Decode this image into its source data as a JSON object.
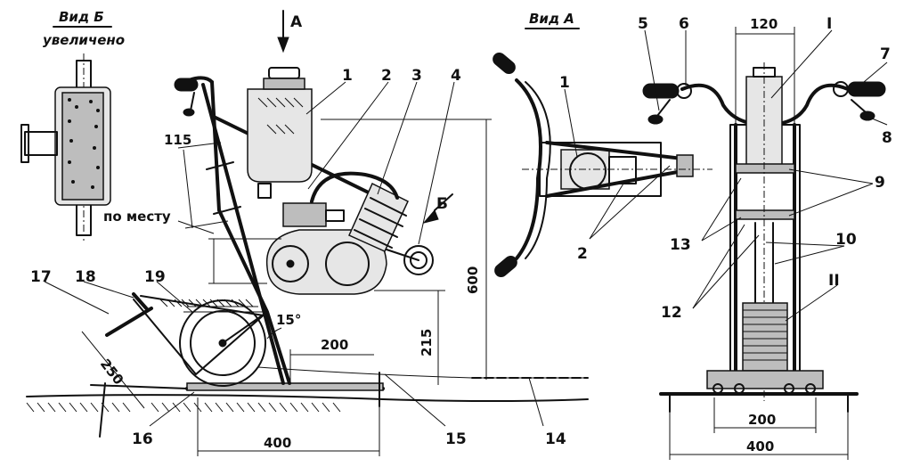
{
  "view_b": {
    "title": "Вид Б",
    "subtitle": "увеличено"
  },
  "view_a": {
    "title": "Вид А"
  },
  "arrows": {
    "a": "А",
    "b": "Б"
  },
  "dimensions": {
    "d115": "115",
    "po_mestu": "по месту",
    "d600": "600",
    "d215": "215",
    "d200_side": "200",
    "d15deg": "15°",
    "d250": "250",
    "d400_side": "400",
    "d120": "120",
    "d200_front": "200",
    "d400_front": "400"
  },
  "callouts": {
    "c1_side": "1",
    "c2_side": "2",
    "c3": "3",
    "c4": "4",
    "c14": "14",
    "c15": "15",
    "c16": "16",
    "c17": "17",
    "c18": "18",
    "c19": "19",
    "c1_topview": "1",
    "c2_topview": "2",
    "c1_front": "I",
    "c5": "5",
    "c6": "6",
    "c7": "7",
    "c8": "8",
    "c9": "9",
    "c10": "10",
    "c11": "II",
    "c12": "12",
    "c13": "13"
  }
}
